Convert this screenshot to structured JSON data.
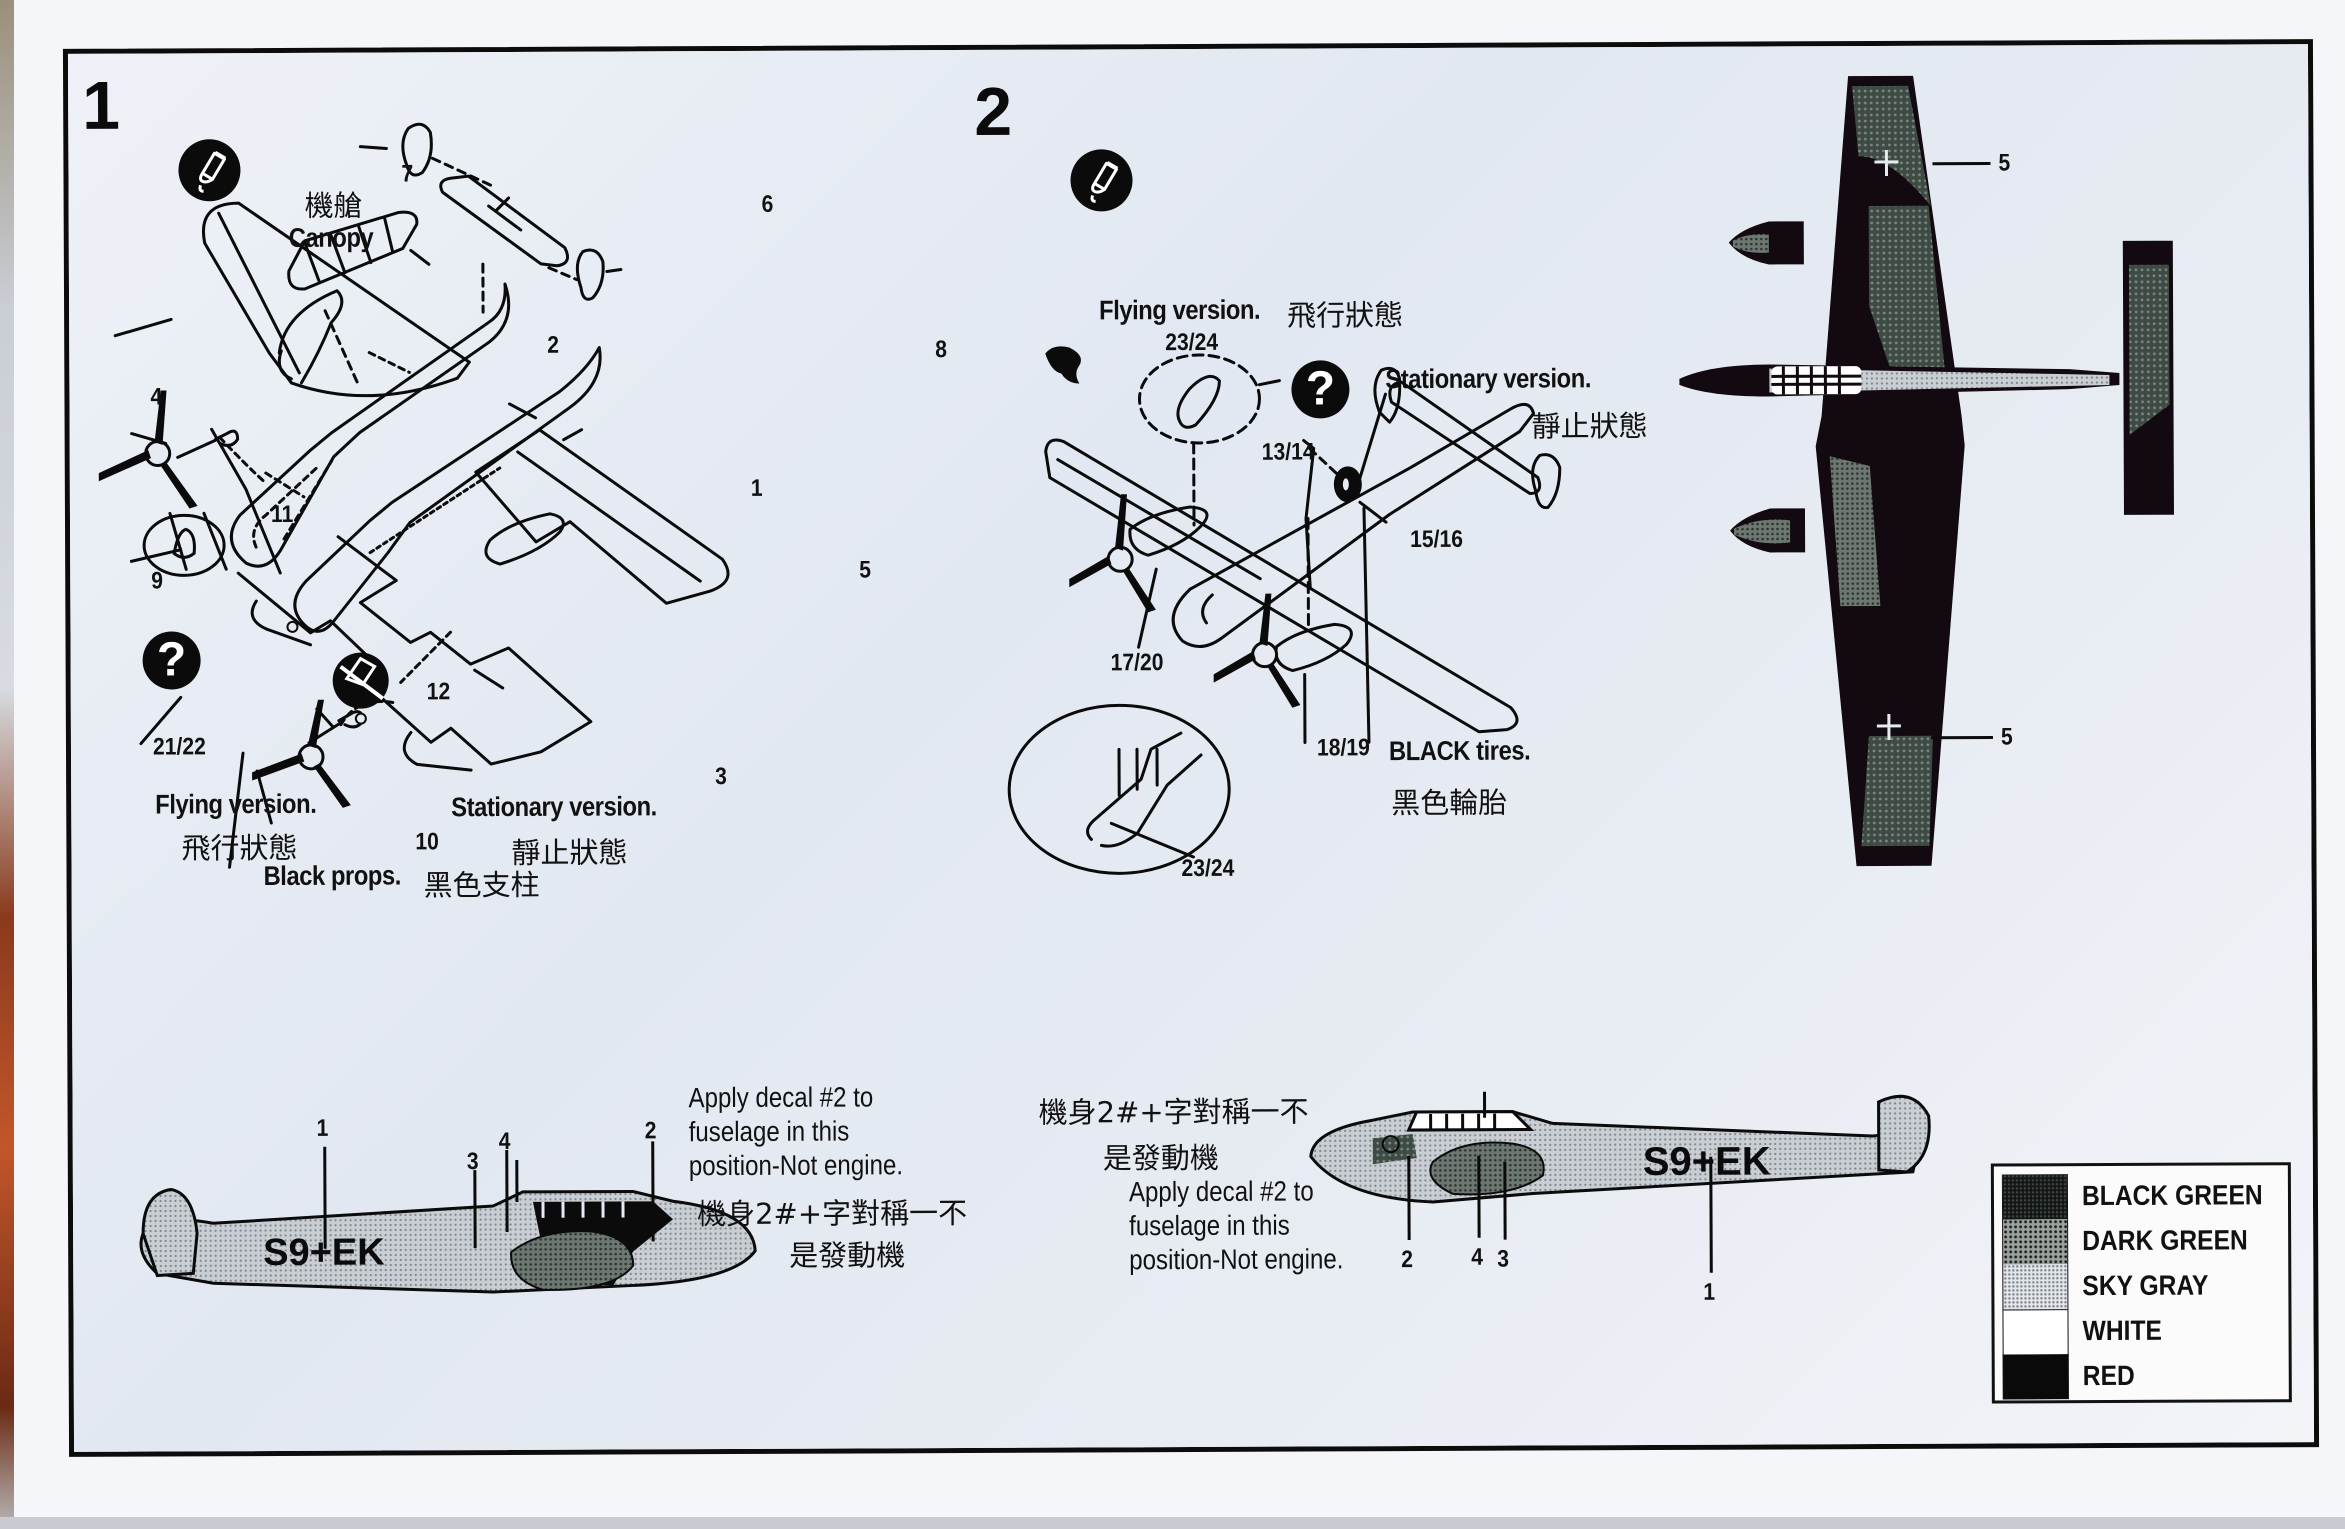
{
  "document": {
    "type": "model kit assembly instructions",
    "colors": {
      "ink": "#0b0b0b",
      "paper": "#e6ebf3",
      "box_edge": "#c2562a"
    }
  },
  "step1": {
    "number": "1",
    "glue_icon": "glue-tube-icon",
    "canopy_cn": "機艙",
    "canopy_en": "Canopy",
    "part_numbers": {
      "p1": "1",
      "p2": "2",
      "p3": "3",
      "p4": "4",
      "p5": "5",
      "p6": "6",
      "p7": "7",
      "p8": "8",
      "p9": "9",
      "p10": "10",
      "p11": "11",
      "p12": "12",
      "p21_22": "21/22"
    },
    "optional_icon": "question-mark-icon",
    "no_glue_icon": "no-glue-icon",
    "flying_en": "Flying version.",
    "flying_cn": "飛行狀態",
    "stationary_en": "Stationary version.",
    "stationary_cn": "靜止狀態",
    "props_en": "Black props.",
    "props_cn": "黑色支柱"
  },
  "step2": {
    "number": "2",
    "glue_icon": "glue-tube-icon",
    "flying_en": "Flying version.",
    "flying_cn": "飛行狀態",
    "stationary_en": "Stationary version.",
    "stationary_cn": "靜止狀態",
    "optional_icon": "question-mark-icon",
    "part_numbers": {
      "p23_24_top": "23/24",
      "p13_14": "13/14",
      "p15_16": "15/16",
      "p17_20": "17/20",
      "p18_19": "18/19",
      "p23_24_detail": "23/24"
    },
    "tires_en": "BLACK tires.",
    "tires_cn": "黑色輪胎"
  },
  "top_view": {
    "callouts": [
      {
        "label": "5"
      },
      {
        "label": "5"
      }
    ]
  },
  "side_view_left": {
    "callouts": {
      "c1": "1",
      "c2": "2",
      "c3": "3",
      "c4": "4"
    },
    "code": "S9+EK",
    "note_en": [
      "Apply decal #2 to",
      "fuselage in this",
      "position-Not engine."
    ],
    "note_cn": [
      "機身2#+字對稱一不",
      "是發動機"
    ]
  },
  "side_view_right": {
    "callouts": {
      "c1": "1",
      "c2": "2",
      "c3": "3",
      "c4": "4"
    },
    "code": "S9+EK",
    "note_en": [
      "Apply decal #2 to",
      "fuselage in this",
      "position-Not engine."
    ],
    "note_cn": [
      "機身2#+字對稱一不",
      "是發動機"
    ]
  },
  "legend": {
    "items": [
      {
        "label": "BLACK GREEN",
        "color": "#1e2420"
      },
      {
        "label": "DARK GREEN",
        "color": "#5a625c"
      },
      {
        "label": "SKY GRAY",
        "color": "#b9bec4"
      },
      {
        "label": "WHITE",
        "color": "#ffffff"
      },
      {
        "label": "RED",
        "color": "#0a0a0a"
      }
    ]
  }
}
